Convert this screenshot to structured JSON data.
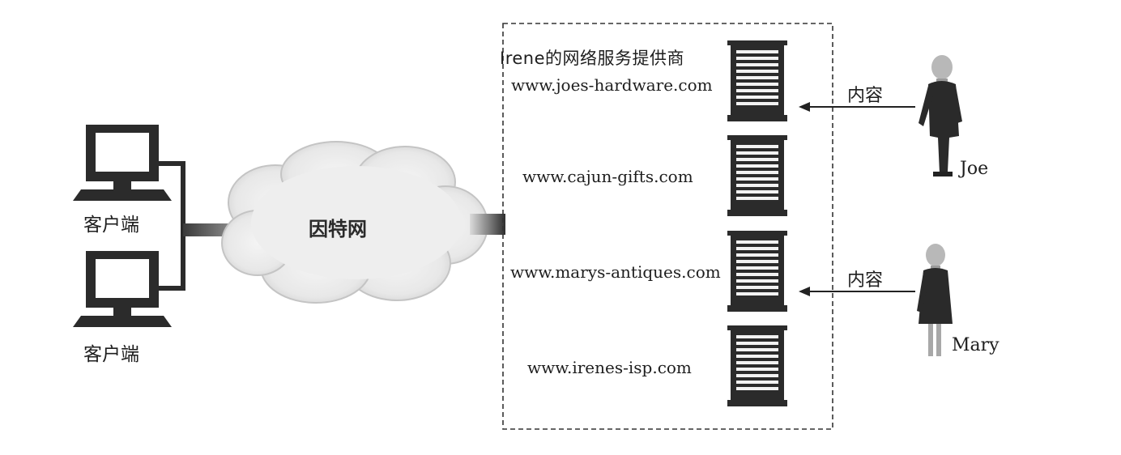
{
  "isp": {
    "title": "Irene的网络服务提供商",
    "servers": [
      {
        "domain": "www.joes-hardware.com"
      },
      {
        "domain": "www.cajun-gifts.com"
      },
      {
        "domain": "www.marys-antiques.com"
      },
      {
        "domain": "www.irenes-isp.com"
      }
    ]
  },
  "clients": [
    {
      "label": "客户端"
    },
    {
      "label": "客户端"
    }
  ],
  "cloud": {
    "label": "因特网"
  },
  "people": [
    {
      "name": "Joe",
      "arrow_label": "内容"
    },
    {
      "name": "Mary",
      "arrow_label": "内容"
    }
  ],
  "icons": {
    "client": "desktop-computer-icon",
    "server": "server-rack-icon",
    "person": "person-icon",
    "cloud": "cloud-icon"
  }
}
